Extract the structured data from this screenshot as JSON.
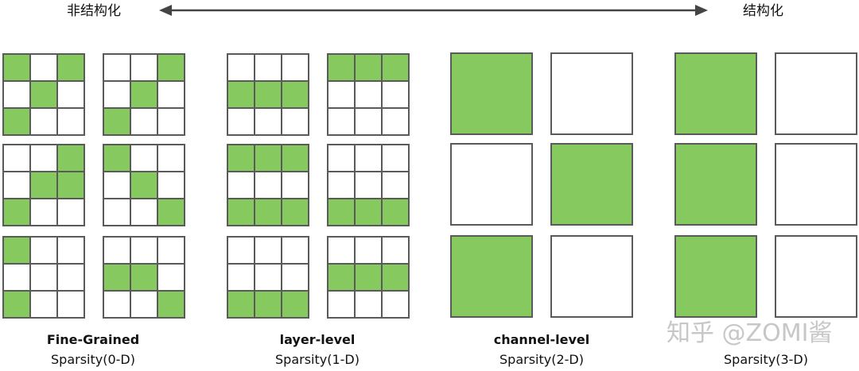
{
  "header": {
    "left_label": "非结构化",
    "right_label": "结构化"
  },
  "colors": {
    "fill": "#86c95e",
    "empty": "#ffffff",
    "border": "#5a5a5a",
    "arrow": "#444444"
  },
  "groups": [
    {
      "title": "Fine-Grained",
      "subtitle": "Sparsity(0-D)",
      "kind": "grid",
      "kernels": [
        [
          [
            1,
            0,
            1
          ],
          [
            0,
            1,
            0
          ],
          [
            1,
            0,
            0
          ]
        ],
        [
          [
            0,
            0,
            1
          ],
          [
            0,
            1,
            0
          ],
          [
            1,
            0,
            0
          ]
        ],
        [
          [
            0,
            0,
            1
          ],
          [
            0,
            1,
            1
          ],
          [
            1,
            0,
            0
          ]
        ],
        [
          [
            1,
            0,
            0
          ],
          [
            0,
            1,
            0
          ],
          [
            0,
            0,
            1
          ]
        ],
        [
          [
            1,
            0,
            0
          ],
          [
            0,
            0,
            0
          ],
          [
            1,
            0,
            0
          ]
        ],
        [
          [
            0,
            0,
            0
          ],
          [
            1,
            1,
            0
          ],
          [
            0,
            0,
            1
          ]
        ]
      ]
    },
    {
      "title": "layer-level",
      "subtitle": "Sparsity(1-D)",
      "kind": "grid",
      "kernels": [
        [
          [
            0,
            0,
            0
          ],
          [
            1,
            1,
            1
          ],
          [
            0,
            0,
            0
          ]
        ],
        [
          [
            1,
            1,
            1
          ],
          [
            0,
            0,
            0
          ],
          [
            0,
            0,
            0
          ]
        ],
        [
          [
            1,
            1,
            1
          ],
          [
            0,
            0,
            0
          ],
          [
            1,
            1,
            1
          ]
        ],
        [
          [
            0,
            0,
            0
          ],
          [
            0,
            0,
            0
          ],
          [
            1,
            1,
            1
          ]
        ],
        [
          [
            0,
            0,
            0
          ],
          [
            0,
            0,
            0
          ],
          [
            1,
            1,
            1
          ]
        ],
        [
          [
            0,
            0,
            0
          ],
          [
            1,
            1,
            1
          ],
          [
            0,
            0,
            0
          ]
        ]
      ]
    },
    {
      "title": "channel-level",
      "subtitle": "Sparsity(2-D)",
      "kind": "block",
      "kernels": [
        1,
        0,
        0,
        1,
        1,
        0
      ]
    },
    {
      "title": "",
      "subtitle": "Sparsity(3-D)",
      "kind": "block",
      "kernels": [
        1,
        0,
        1,
        0,
        1,
        0
      ]
    }
  ],
  "watermark": "知乎 @ZOMI酱"
}
